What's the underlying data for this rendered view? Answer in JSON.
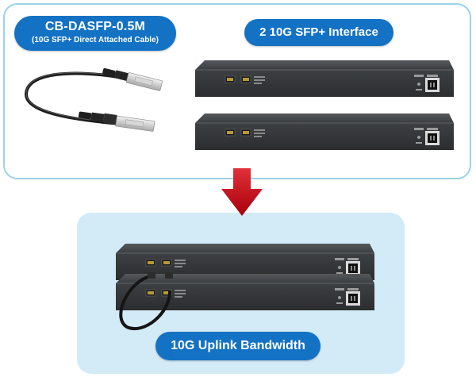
{
  "cable_label": {
    "title": "CB-DASFP-0.5M",
    "subtitle": "(10G SFP+ Direct Attached Cable)"
  },
  "interface_label": "2 10G SFP+ Interface",
  "uplink_label": "10G Uplink Bandwidth",
  "colors": {
    "pill_blue": "#1472c4",
    "frame_border": "#9ad2ea",
    "bottom_panel": "#d3ebf7",
    "arrow_red": "#c8101c",
    "switch_body": "#3c3f42"
  },
  "icons": [
    "dac-cable-icon",
    "switch-icon",
    "down-arrow-icon",
    "power-socket-icon",
    "sfp-port-icon"
  ]
}
